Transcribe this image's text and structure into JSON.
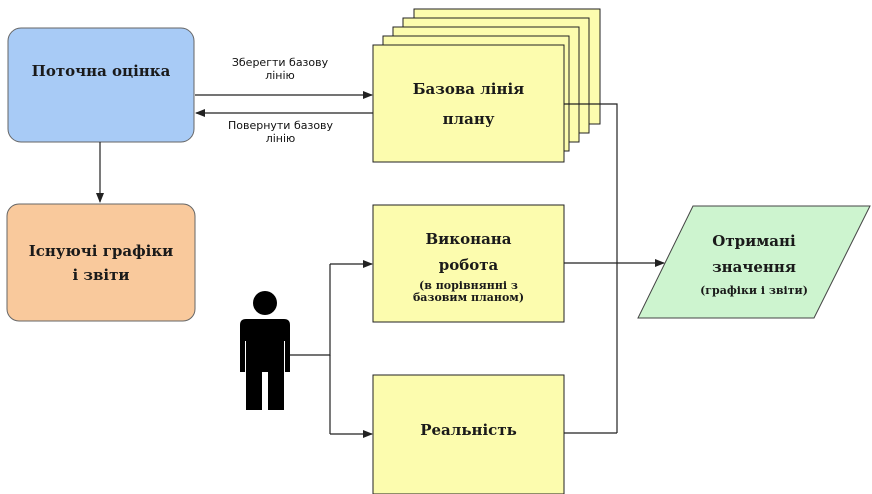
{
  "nodes": {
    "current_estimate": "Поточна оцінка",
    "baseline_plan_line1": "Базова лінія",
    "baseline_plan_line2": "плану",
    "existing_reports_line1": "Існуючі графіки",
    "existing_reports_line2": "і звіти",
    "work_done_line1": "Виконана",
    "work_done_line2": "робота",
    "work_done_note_line1": "(в порівнянні з",
    "work_done_note_line2": "базовим планом)",
    "reality": "Реальність",
    "result_line1": "Отримані",
    "result_line2": "значення",
    "result_note": "(графіки і звіти)"
  },
  "edges": {
    "save_baseline_line1": "Зберегти базову",
    "save_baseline_line2": "лінію",
    "restore_baseline_line1": "Повернути базову",
    "restore_baseline_line2": "лінію"
  },
  "colors": {
    "blue_box": "#a8cbf6",
    "orange_box": "#f9c99c",
    "yellow_box": "#fcfcae",
    "green_box": "#cdf4cf",
    "line": "#222222"
  },
  "icons": {
    "person": "person-silhouette-icon"
  }
}
